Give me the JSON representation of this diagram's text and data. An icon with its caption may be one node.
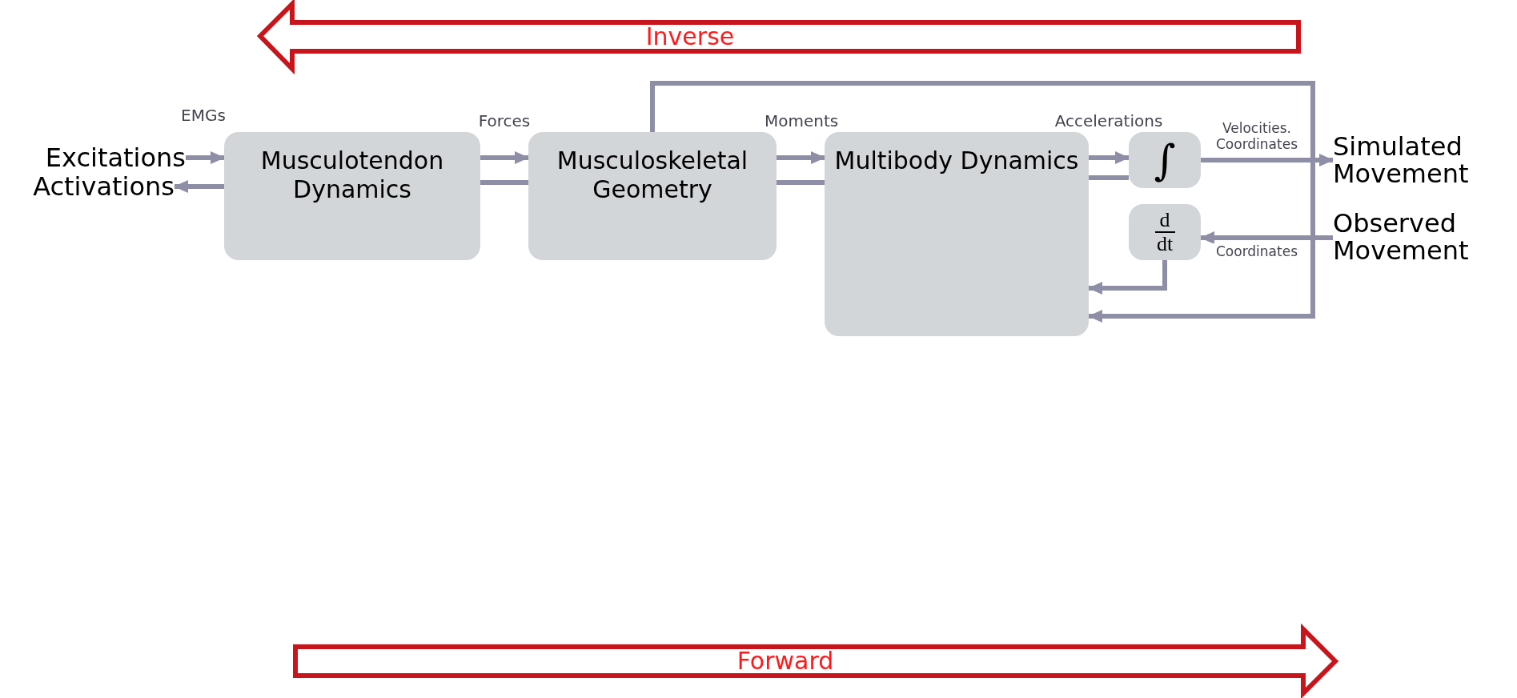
{
  "diagram": {
    "nodes": [
      {
        "text": [
          "Excitations"
        ]
      },
      {
        "text": [
          "Activations"
        ]
      },
      {
        "text": [
          "Musculotendon Dynamics"
        ]
      },
      {
        "text": [
          "Musculoskeletal Geometry"
        ]
      },
      {
        "text": [
          "Multibody Dynamics"
        ]
      },
      {
        "text": [
          "∫"
        ]
      },
      {
        "text": [
          "d",
          "dt"
        ]
      },
      {
        "text": [
          "Simulated Movement"
        ]
      },
      {
        "text": [
          "Observed Movement"
        ]
      }
    ],
    "edges": [
      {
        "from": 0,
        "to": 2,
        "arrow": "to"
      },
      {
        "from": 2,
        "to": 1,
        "arrow": "to"
      },
      {
        "from": 2,
        "to": 3,
        "arrow": "to",
        "label": "Forces"
      },
      {
        "from": 3,
        "to": 2,
        "arrow": "none"
      },
      {
        "from": 3,
        "to": 4,
        "arrow": "to",
        "label": "Moments"
      },
      {
        "from": 4,
        "to": 3,
        "arrow": "none"
      },
      {
        "from": 4,
        "to": 5,
        "arrow": "to",
        "label": "Accelerations"
      },
      {
        "from": 5,
        "to": 4,
        "arrow": "none"
      },
      {
        "from": 5,
        "to": 7,
        "arrow": "to",
        "label": "Velocities. Coordinates"
      },
      {
        "from": 8,
        "to": 6,
        "arrow": "to",
        "label": "Coordinates"
      },
      {
        "from": 6,
        "to": 4,
        "arrow": "to"
      },
      {
        "from": 3,
        "to": 4,
        "arrow": "to"
      }
    ],
    "labels": [
      "Inverse",
      "EMGs",
      "Forward"
    ]
  }
}
